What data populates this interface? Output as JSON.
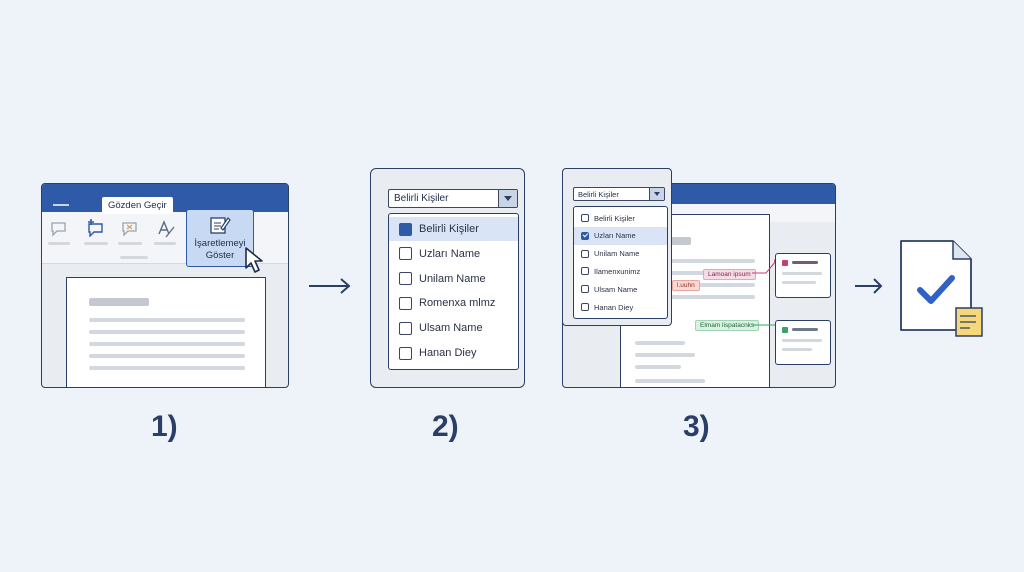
{
  "step1": {
    "number": "1)",
    "tab_label": "Gözden Geçir",
    "button_label_line1": "İşaretlemeyi",
    "button_label_line2": "Göster"
  },
  "step2": {
    "number": "2)",
    "select_value": "Belirli Kişiler",
    "options": [
      {
        "label": "Belirli Kişiler",
        "state": "filled",
        "selected": true
      },
      {
        "label": "Uzları Name",
        "state": "empty",
        "selected": false
      },
      {
        "label": "Unilam Name",
        "state": "empty",
        "selected": false
      },
      {
        "label": "Romenxa mlmz",
        "state": "empty",
        "selected": false
      },
      {
        "label": "Ulsam Name",
        "state": "empty",
        "selected": false
      },
      {
        "label": "Hanan Diey",
        "state": "empty",
        "selected": false
      }
    ]
  },
  "step3": {
    "number": "3)",
    "select_value": "Belirli Kişiler",
    "options": [
      {
        "label": "Belirli Kişiler",
        "state": "empty",
        "selected": false
      },
      {
        "label": "Uzları Name",
        "state": "checked",
        "selected": true
      },
      {
        "label": "Unilam Name",
        "state": "empty",
        "selected": false
      },
      {
        "label": "Ilamenxunimz",
        "state": "empty",
        "selected": false
      },
      {
        "label": "Ulsam Name",
        "state": "empty",
        "selected": false
      },
      {
        "label": "Hanan Diey",
        "state": "empty",
        "selected": false
      }
    ],
    "tag_pink": "Lamoan ipsum",
    "tag_red": "l.uuhn",
    "tag_green": "Elmam lispatacnks"
  },
  "colors": {
    "accent": "#2f5aa8",
    "outline": "#2b3f66",
    "pink": "#c2407a",
    "green": "#3aa36a",
    "check": "#2f62c4",
    "note": "#f6d77b"
  }
}
